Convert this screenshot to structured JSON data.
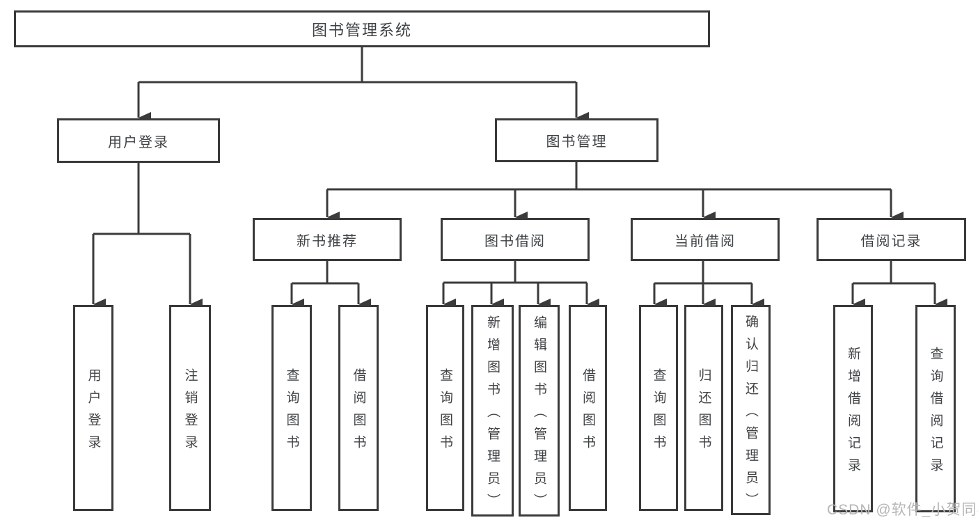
{
  "diagram": {
    "title": "图书管理系统",
    "branches": [
      {
        "label": "用户登录",
        "children": [
          {
            "label": "用户登录"
          },
          {
            "label": "注销登录"
          }
        ]
      },
      {
        "label": "图书管理",
        "children": [
          {
            "label": "新书推荐",
            "children": [
              {
                "label": "查询图书"
              },
              {
                "label": "借阅图书"
              }
            ]
          },
          {
            "label": "图书借阅",
            "children": [
              {
                "label": "查询图书"
              },
              {
                "label": "新增图书（管理员）"
              },
              {
                "label": "编辑图书（管理员）"
              },
              {
                "label": "借阅图书"
              }
            ]
          },
          {
            "label": "当前借阅",
            "children": [
              {
                "label": "查询图书"
              },
              {
                "label": "归还图书"
              },
              {
                "label": "确认归还（管理员）"
              }
            ]
          },
          {
            "label": "借阅记录",
            "children": [
              {
                "label": "新增借阅记录"
              },
              {
                "label": "查询借阅记录"
              }
            ]
          }
        ]
      }
    ]
  },
  "watermark": "CSDN @软件_小贺同学",
  "colors": {
    "line": "#3b3b3b",
    "border": "#3a3a3a",
    "text": "#3f4245",
    "watermark": "#b6b6b6",
    "background": "#ffffff"
  }
}
